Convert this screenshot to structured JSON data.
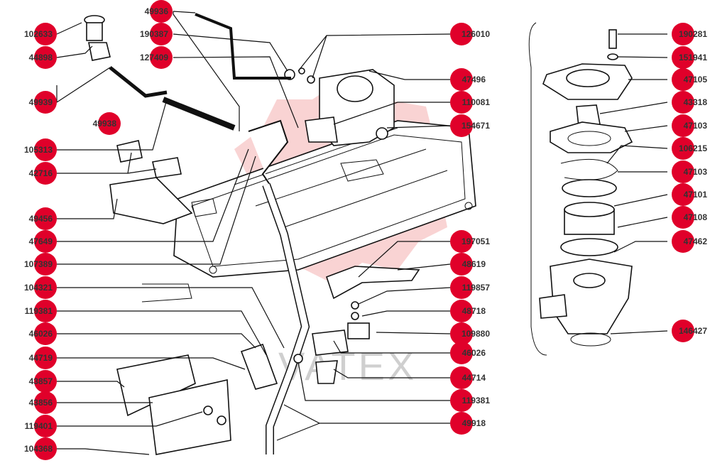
{
  "diagram": {
    "colors": {
      "badge": "#e0002a",
      "line": "#111111",
      "label_text": "#333333",
      "watermark_gear": "#f2a0a0",
      "watermark_text": "#cfcfcf"
    },
    "watermark_text": "VATEX",
    "callouts_left": [
      "102633",
      "44898",
      "49939",
      "49938",
      "105313",
      "42716",
      "49456",
      "47649",
      "107389",
      "104321",
      "119381",
      "46026",
      "44719",
      "43857",
      "43856",
      "119401",
      "104368"
    ],
    "callouts_center": [
      "49936",
      "190387",
      "127409",
      "126010",
      "47496",
      "110081",
      "154671",
      "197051",
      "48619",
      "119857",
      "48718",
      "109880",
      "46026",
      "44714",
      "119381",
      "49918"
    ],
    "callouts_right": [
      "190281",
      "151941",
      "47105",
      "43318",
      "47103",
      "106215",
      "47103",
      "47101",
      "47108",
      "47462",
      "146427"
    ]
  }
}
